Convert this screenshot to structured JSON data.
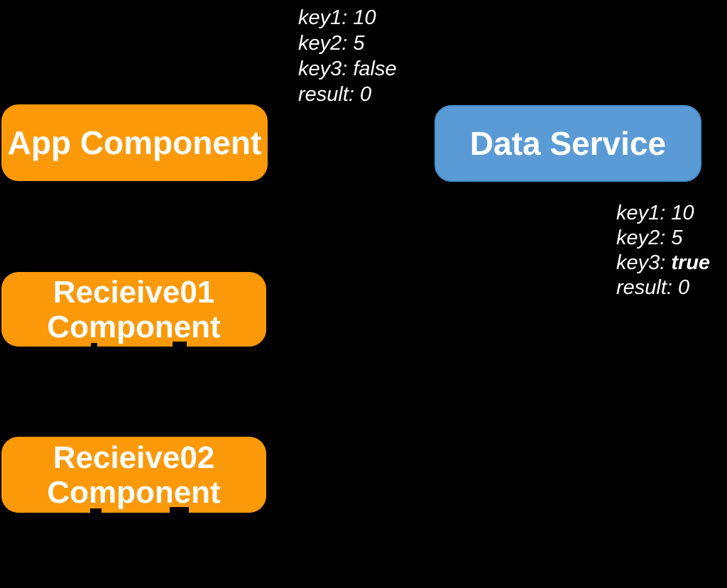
{
  "colors": {
    "canvas": "#000000",
    "node_orange": "#FB9908",
    "node_blue": "#5B9BD5",
    "node_blue_border": "#4C8CC8",
    "label_text": "#FFFFFF"
  },
  "nodes": {
    "app_component": {
      "label": "App Component"
    },
    "data_service": {
      "label": "Data Service"
    },
    "recieive01_component": {
      "label_line1": "Recieive01",
      "label_line2": "Component"
    },
    "recieive02_component": {
      "label_line1": "Recieive02",
      "label_line2": "Component"
    }
  },
  "annotations": {
    "app_state": {
      "lines": [
        "key1: 10",
        "key2: 5",
        "key3: false",
        "result: 0"
      ]
    },
    "service_state": {
      "line1": "key1: 10",
      "line2": "key2: 5",
      "line3_prefix": "key3: ",
      "line3_value": "true",
      "line4": "result: 0"
    }
  }
}
